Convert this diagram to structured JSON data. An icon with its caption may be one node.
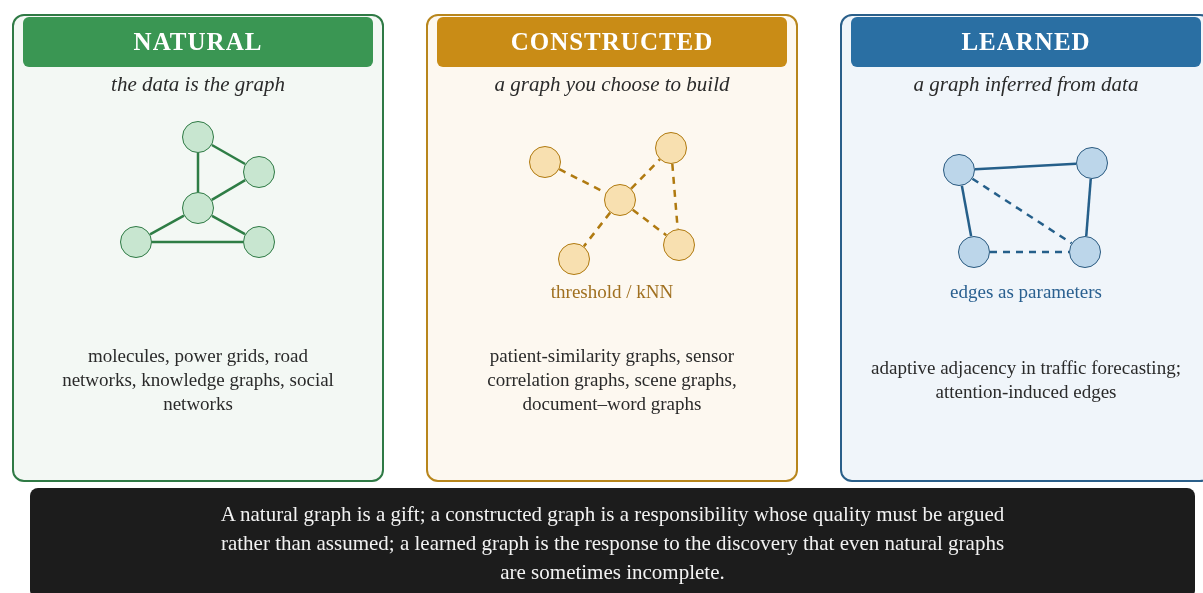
{
  "diagram": {
    "nodes": [
      {
        "text": [
          "NATURAL",
          "the data is the graph",
          "molecules, power grids, road networks, knowledge graphs, social networks"
        ]
      },
      {
        "text": [],
        "shape": "circle",
        "in": 0
      },
      {
        "text": [],
        "shape": "circle",
        "in": 0
      },
      {
        "text": [],
        "shape": "circle",
        "in": 0
      },
      {
        "text": [],
        "shape": "circle",
        "in": 0
      },
      {
        "text": [],
        "shape": "circle",
        "in": 0
      },
      {
        "text": [
          "CONSTRUCTED",
          "a graph you choose to build",
          "threshold / kNN",
          "patient-similarity graphs, sensor correlation graphs, scene graphs, document–word graphs"
        ]
      },
      {
        "text": [],
        "shape": "circle",
        "in": 6
      },
      {
        "text": [],
        "shape": "circle",
        "in": 6
      },
      {
        "text": [],
        "shape": "circle",
        "in": 6
      },
      {
        "text": [],
        "shape": "circle",
        "in": 6
      },
      {
        "text": [],
        "shape": "circle",
        "in": 6
      },
      {
        "text": [
          "LEARNED",
          "a graph inferred from data",
          "edges as parameters",
          "adaptive adjacency in traffic forecasting; attention-induced edges"
        ]
      },
      {
        "text": [],
        "shape": "circle",
        "in": 12
      },
      {
        "text": [],
        "shape": "circle",
        "in": 12
      },
      {
        "text": [],
        "shape": "circle",
        "in": 12
      },
      {
        "text": [],
        "shape": "circle",
        "in": 12
      },
      {
        "text": [
          "A natural graph is a gift; a constructed graph is a responsibility whose quality must be argued rather than assumed; a learned graph is the response to the discovery that even natural graphs are sometimes incomplete."
        ]
      }
    ],
    "edges": [
      {
        "from": 1,
        "to": 3,
        "arrow": "none",
        "color": "#2e7d45"
      },
      {
        "from": 1,
        "to": 2,
        "arrow": "none",
        "color": "#2e7d45"
      },
      {
        "from": 2,
        "to": 3,
        "arrow": "none",
        "color": "#2e7d45"
      },
      {
        "from": 3,
        "to": 4,
        "arrow": "none",
        "color": "#2e7d45"
      },
      {
        "from": 3,
        "to": 5,
        "arrow": "none",
        "color": "#2e7d45"
      },
      {
        "from": 4,
        "to": 5,
        "arrow": "none",
        "color": "#2e7d45"
      },
      {
        "from": 8,
        "to": 9,
        "arrow": "none",
        "style": "dashed",
        "color": "#b07a10"
      },
      {
        "from": 9,
        "to": 7,
        "arrow": "none",
        "style": "dashed",
        "color": "#b07a10"
      },
      {
        "from": 7,
        "to": 10,
        "arrow": "none",
        "style": "dashed",
        "color": "#b07a10"
      },
      {
        "from": 9,
        "to": 10,
        "arrow": "none",
        "style": "dashed",
        "color": "#b07a10"
      },
      {
        "from": 9,
        "to": 11,
        "arrow": "none",
        "style": "dashed",
        "color": "#b07a10"
      },
      {
        "from": 14,
        "to": 13,
        "arrow": "none",
        "color": "#255f8a"
      },
      {
        "from": 14,
        "to": 15,
        "arrow": "none",
        "color": "#255f8a"
      },
      {
        "from": 13,
        "to": 16,
        "arrow": "none",
        "color": "#255f8a"
      },
      {
        "from": 14,
        "to": 16,
        "arrow": "none",
        "style": "dashed",
        "color": "#255f8a"
      },
      {
        "from": 15,
        "to": 16,
        "arrow": "none",
        "style": "dashed",
        "color": "#255f8a"
      }
    ]
  }
}
